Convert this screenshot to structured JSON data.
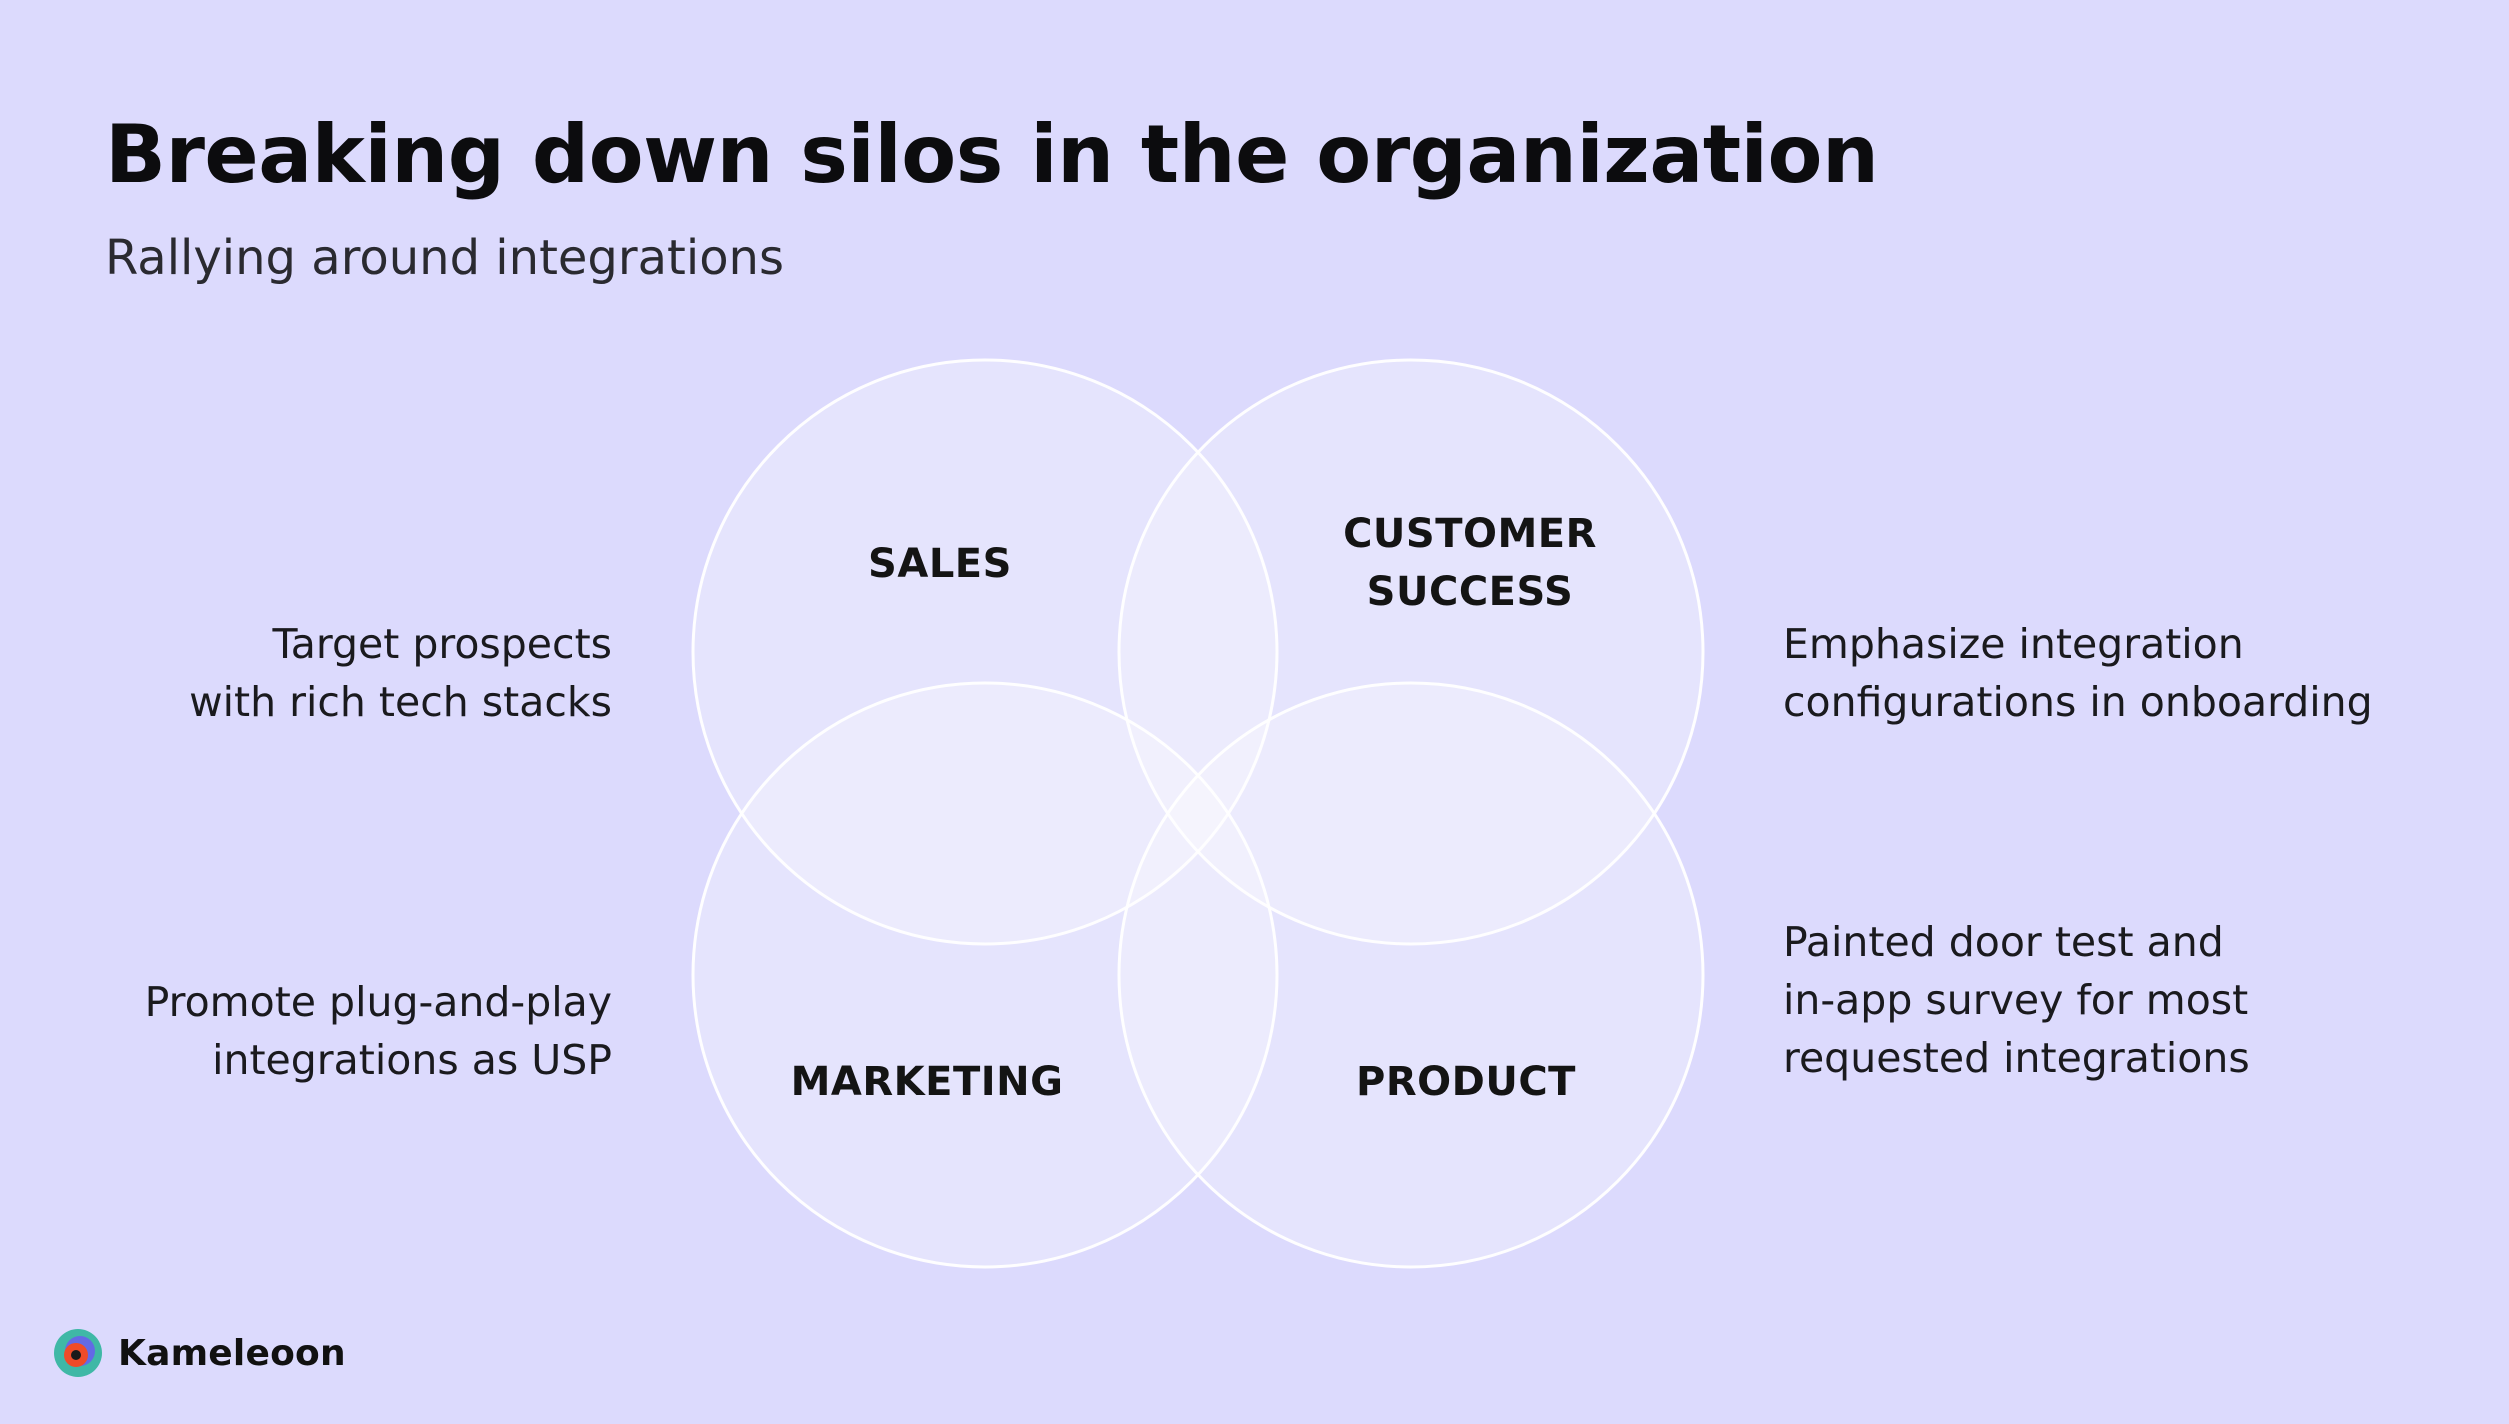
{
  "title": "Breaking down silos in the organization",
  "subtitle": "Rallying around integrations",
  "diagram": {
    "circles": [
      {
        "label_lines": [
          "SALES"
        ]
      },
      {
        "label_lines": [
          "CUSTOMER",
          "SUCCESS"
        ]
      },
      {
        "label_lines": [
          "MARKETING"
        ]
      },
      {
        "label_lines": [
          "PRODUCT"
        ]
      }
    ],
    "notes": {
      "sales": [
        "Target prospects",
        "with rich tech stacks"
      ],
      "customer_success": [
        "Emphasize integration",
        "configurations in onboarding"
      ],
      "marketing": [
        "Promote plug-and-play",
        "integrations as USP"
      ],
      "product": [
        "Painted door test and",
        "in-app survey for most",
        "requested integrations"
      ]
    }
  },
  "brand": {
    "name": "Kameleoon",
    "icon": "kameleoon-logo-icon",
    "colors": {
      "ring": "#3fb8a6",
      "inner": "#ef4b28",
      "dot": "#1a1a1a"
    }
  },
  "colors": {
    "background": "#dcdafd",
    "circle_stroke": "#ffffff"
  }
}
